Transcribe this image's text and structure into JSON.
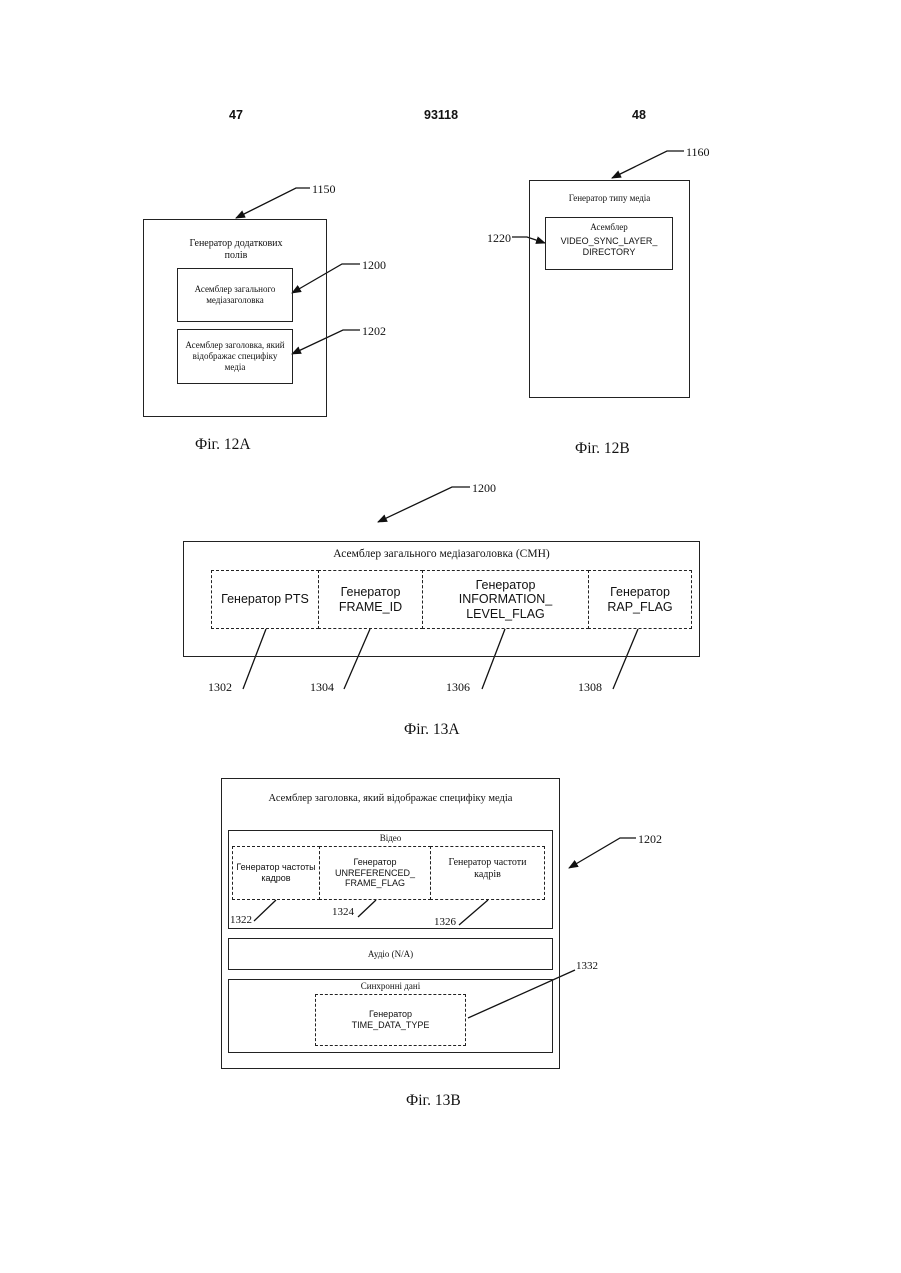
{
  "header": {
    "left_page": "47",
    "doc_number": "93118",
    "right_page": "48"
  },
  "fig12a": {
    "ref": "1150",
    "title": "Генератор додаткових полів",
    "box1": "Асемблер загального медіазаголовка",
    "box1_ref": "1200",
    "box2": "Асемблер заголовка, який відображає специфіку медіа",
    "box2_ref": "1202",
    "caption": "Фіг. 12А"
  },
  "fig12b": {
    "ref": "1160",
    "title": "Генератор типу медіа",
    "box_title": "Асемблер",
    "box_text": "VIDEO_SYNC_LAYER_ DIRECTORY",
    "box_ref": "1220",
    "caption": "Фіг. 12В"
  },
  "fig13a": {
    "ref": "1200",
    "title": "Асемблер загального медіазаголовка (CMH)",
    "cells": [
      {
        "label": "Генератор PTS",
        "ref": "1302"
      },
      {
        "label": "Генератор FRAME_ID",
        "ref": "1304"
      },
      {
        "label": "Генератор INFORMATION_ LEVEL_FLAG",
        "ref": "1306"
      },
      {
        "label": "Генератор RAP_FLAG",
        "ref": "1308"
      }
    ],
    "caption": "Фіг. 13А"
  },
  "fig13b": {
    "ref": "1202",
    "title": "Асемблер заголовка, який відображає специфіку медіа",
    "video_title": "Відео",
    "video_cells": [
      {
        "label": "Генератор частоты кадров",
        "ref": "1322"
      },
      {
        "label": "Генератор UNREFERENCED_ FRAME_FLAG",
        "ref": "1324"
      },
      {
        "label": "Генератор частоти кадрів",
        "ref": "1326"
      }
    ],
    "audio_title": "Аудіо (N/A)",
    "sync_title": "Синхронні дані",
    "sync_cell": "Генератор TIME_DATA_TYPE",
    "sync_ref": "1332",
    "caption": "Фіг. 13В"
  }
}
